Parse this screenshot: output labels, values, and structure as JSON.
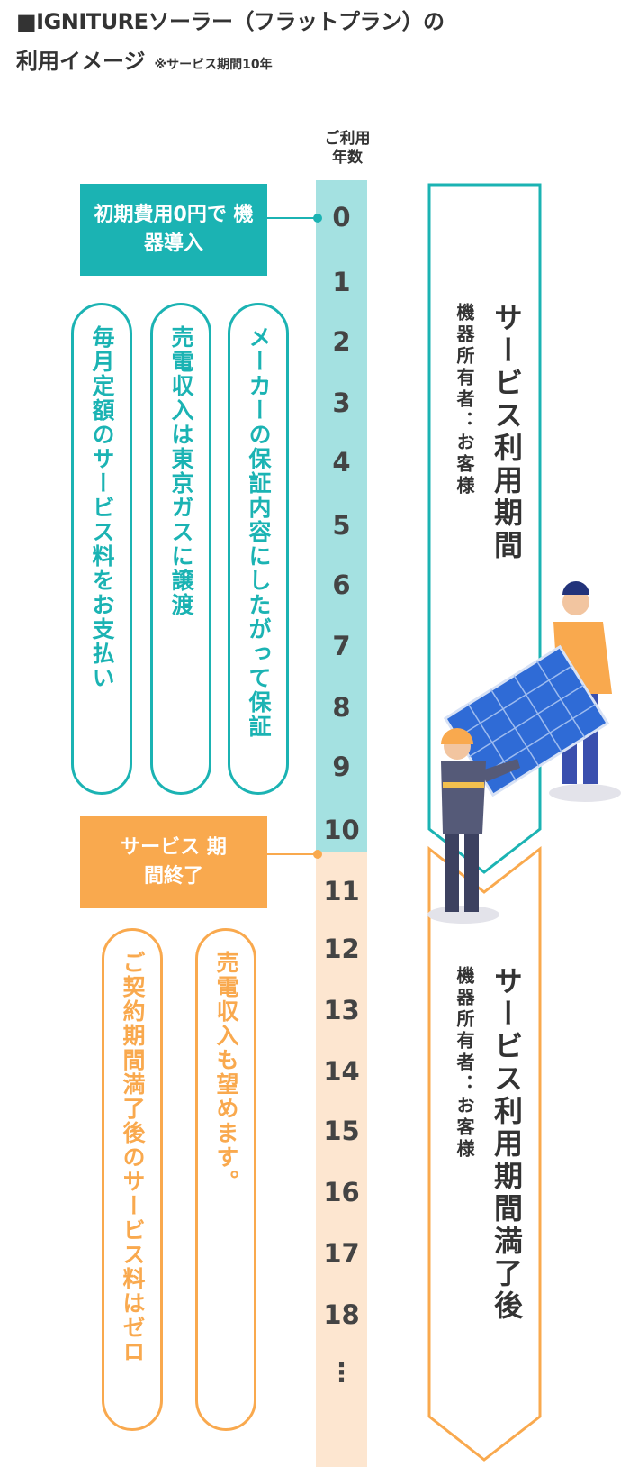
{
  "title": {
    "line1": "■IGNITUREソーラー（フラットプラン）の",
    "line2": "利用イメージ",
    "note": "※サービス期間10年"
  },
  "year_header": "ご利用年数",
  "years": [
    "0",
    "1",
    "2",
    "3",
    "4",
    "5",
    "6",
    "7",
    "8",
    "9",
    "10",
    "11",
    "12",
    "13",
    "14",
    "15",
    "16",
    "17",
    "18",
    "⋮"
  ],
  "boxes": {
    "start": "初期費用0円で 機器導入",
    "end": "サービス 期間終了"
  },
  "pills_top": [
    "毎月定額のサービス料をお支払い",
    "売電収入は東京ガスに譲渡",
    "メーカーの保証内容にしたがって保証"
  ],
  "pills_bottom": [
    "ご契約期間満了後のサービス料はゼロ",
    "売電収入も望めます。"
  ],
  "arrows": {
    "top": {
      "main": "サービス利用期間",
      "sub": "機器所有者：お客様"
    },
    "bottom": {
      "main": "サービス利用期間満了後",
      "sub": "機器所有者：お客様"
    }
  },
  "colors": {
    "teal": "#1bb3b3",
    "teal_light": "#a4e1e1",
    "orange": "#f9a94e",
    "peach": "#fde6d0"
  },
  "illustration": "workers-carrying-solar-panel"
}
